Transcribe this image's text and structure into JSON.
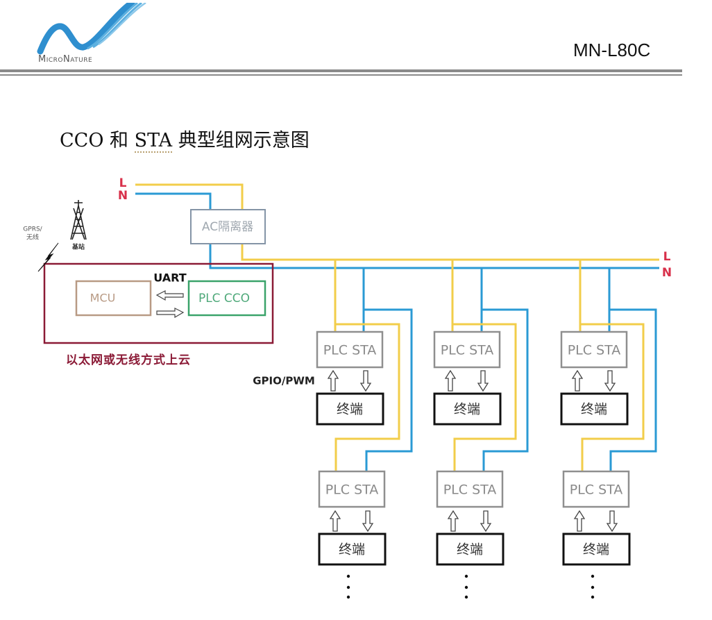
{
  "header": {
    "logo_text": "MicroNature",
    "model": "MN-L80C"
  },
  "title": {
    "prefix": "CCO 和 ",
    "highlight": "STA",
    "suffix": " 典型组网示意图"
  },
  "diagram": {
    "colors": {
      "live": "#f2cd4a",
      "neutral": "#2a9ad4",
      "label_red": "#d8304a",
      "cloud_box": "#8b1a36",
      "mcu_box": "#b89a84",
      "cco_box": "#3aa36a",
      "sta_box": "#8f8f8f",
      "terminal_box": "#111111"
    },
    "line_labels": {
      "live": "L",
      "neutral": "N"
    },
    "wireless_label_line1": "GPRS/",
    "wireless_label_line2": "无线",
    "base_station_label": "基站",
    "isolator_label": "AC隔离器",
    "uart_label": "UART",
    "mcu_label": "MCU",
    "cco_label": "PLC CCO",
    "cloud_caption": "以太网或无线方式上云",
    "gpio_label": "GPIO/PWM",
    "sta_label": "PLC STA",
    "terminal_label": "终端",
    "columns": [
      {
        "name": "column-1",
        "rows": 2
      },
      {
        "name": "column-2",
        "rows": 2
      },
      {
        "name": "column-3",
        "rows": 2
      }
    ],
    "continuation": "⋮"
  }
}
